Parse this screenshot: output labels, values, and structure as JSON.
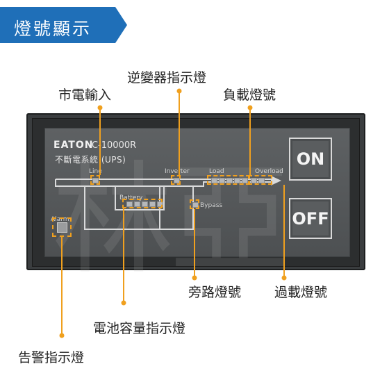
{
  "header": {
    "title": "燈號顯示",
    "bg_color": "#1f6fb8"
  },
  "accent_color": "#f0a01e",
  "callouts": {
    "line": "市電輸入",
    "inverter": "逆變器指示燈",
    "load": "負載燈號",
    "bypass": "旁路燈號",
    "overload": "過載燈號",
    "battery": "電池容量指示燈",
    "alarm": "告警指示燈"
  },
  "device": {
    "brand": "EATON",
    "model": "C-10000R",
    "subtitle": "不斷電系統 (UPS)",
    "labels": {
      "line": "Line",
      "inverter": "Inverter",
      "load": "Load",
      "overload": "Overload",
      "battery": "Battery",
      "bypass": "Bypass",
      "alarm": "Alarm"
    },
    "buttons": {
      "on": "ON",
      "off": "OFF"
    }
  },
  "watermark": "林亞"
}
